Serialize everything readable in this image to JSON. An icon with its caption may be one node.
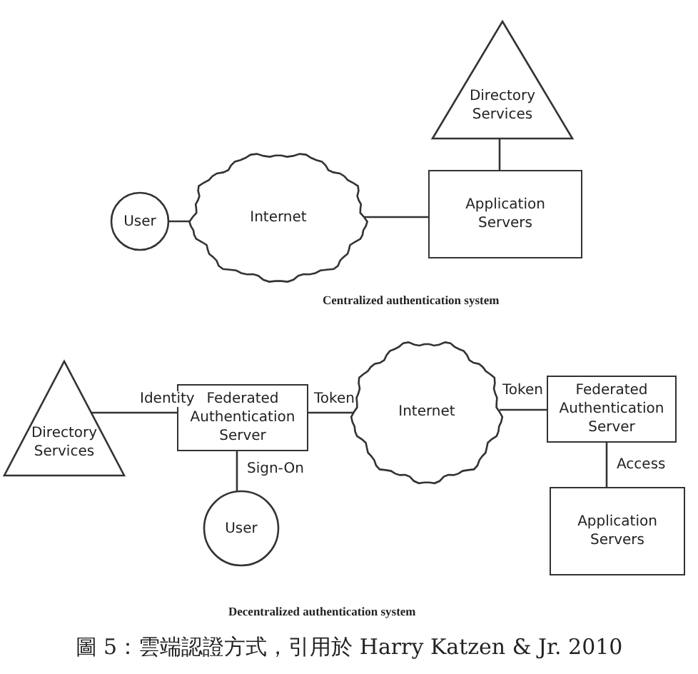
{
  "diagram": {
    "caption": "圖 5：雲端認證方式，引用於 Harry Katzen & Jr. 2010",
    "nodes": [
      {
        "text": [
          "User"
        ]
      },
      {
        "text": [
          "Internet"
        ]
      },
      {
        "text": [
          "Directory Services"
        ]
      },
      {
        "text": [
          "Application Servers"
        ]
      },
      {
        "text": [
          "Directory Services"
        ]
      },
      {
        "text": [
          "Federated Authentication Server"
        ]
      },
      {
        "text": [
          "Internet"
        ]
      },
      {
        "text": [
          "Federated Authentication Server"
        ]
      },
      {
        "text": [
          "User"
        ]
      },
      {
        "text": [
          "Application Servers"
        ]
      }
    ],
    "edges": [
      {
        "from": 0,
        "to": 1,
        "arrow": "none"
      },
      {
        "from": 1,
        "to": 3,
        "arrow": "none"
      },
      {
        "from": 2,
        "to": 3,
        "arrow": "none"
      },
      {
        "from": 4,
        "to": 5,
        "arrow": "none",
        "label": "Identity"
      },
      {
        "from": 5,
        "to": 6,
        "arrow": "none",
        "label": "Token"
      },
      {
        "from": 6,
        "to": 7,
        "arrow": "none",
        "label": "Token"
      },
      {
        "from": 5,
        "to": 8,
        "arrow": "none",
        "label": "Sign-On"
      },
      {
        "from": 7,
        "to": 9,
        "arrow": "none",
        "label": "Access"
      }
    ],
    "labels": [
      "Centralized authentication system",
      "Decentralized authentication system"
    ]
  }
}
